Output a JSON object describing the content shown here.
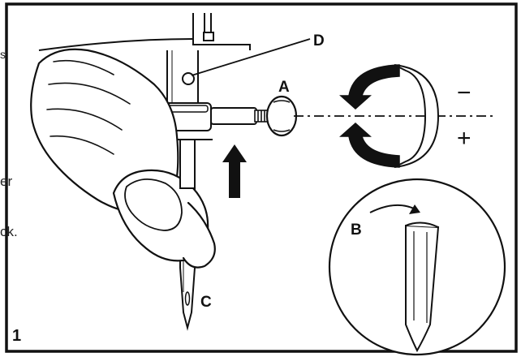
{
  "figure": {
    "number": "1",
    "labels": {
      "a": "A",
      "b": "B",
      "c": "C",
      "d": "D"
    },
    "signs": {
      "minus": "−",
      "plus": "+"
    },
    "cropped_text": {
      "line1": "er",
      "line2": "ck."
    }
  }
}
